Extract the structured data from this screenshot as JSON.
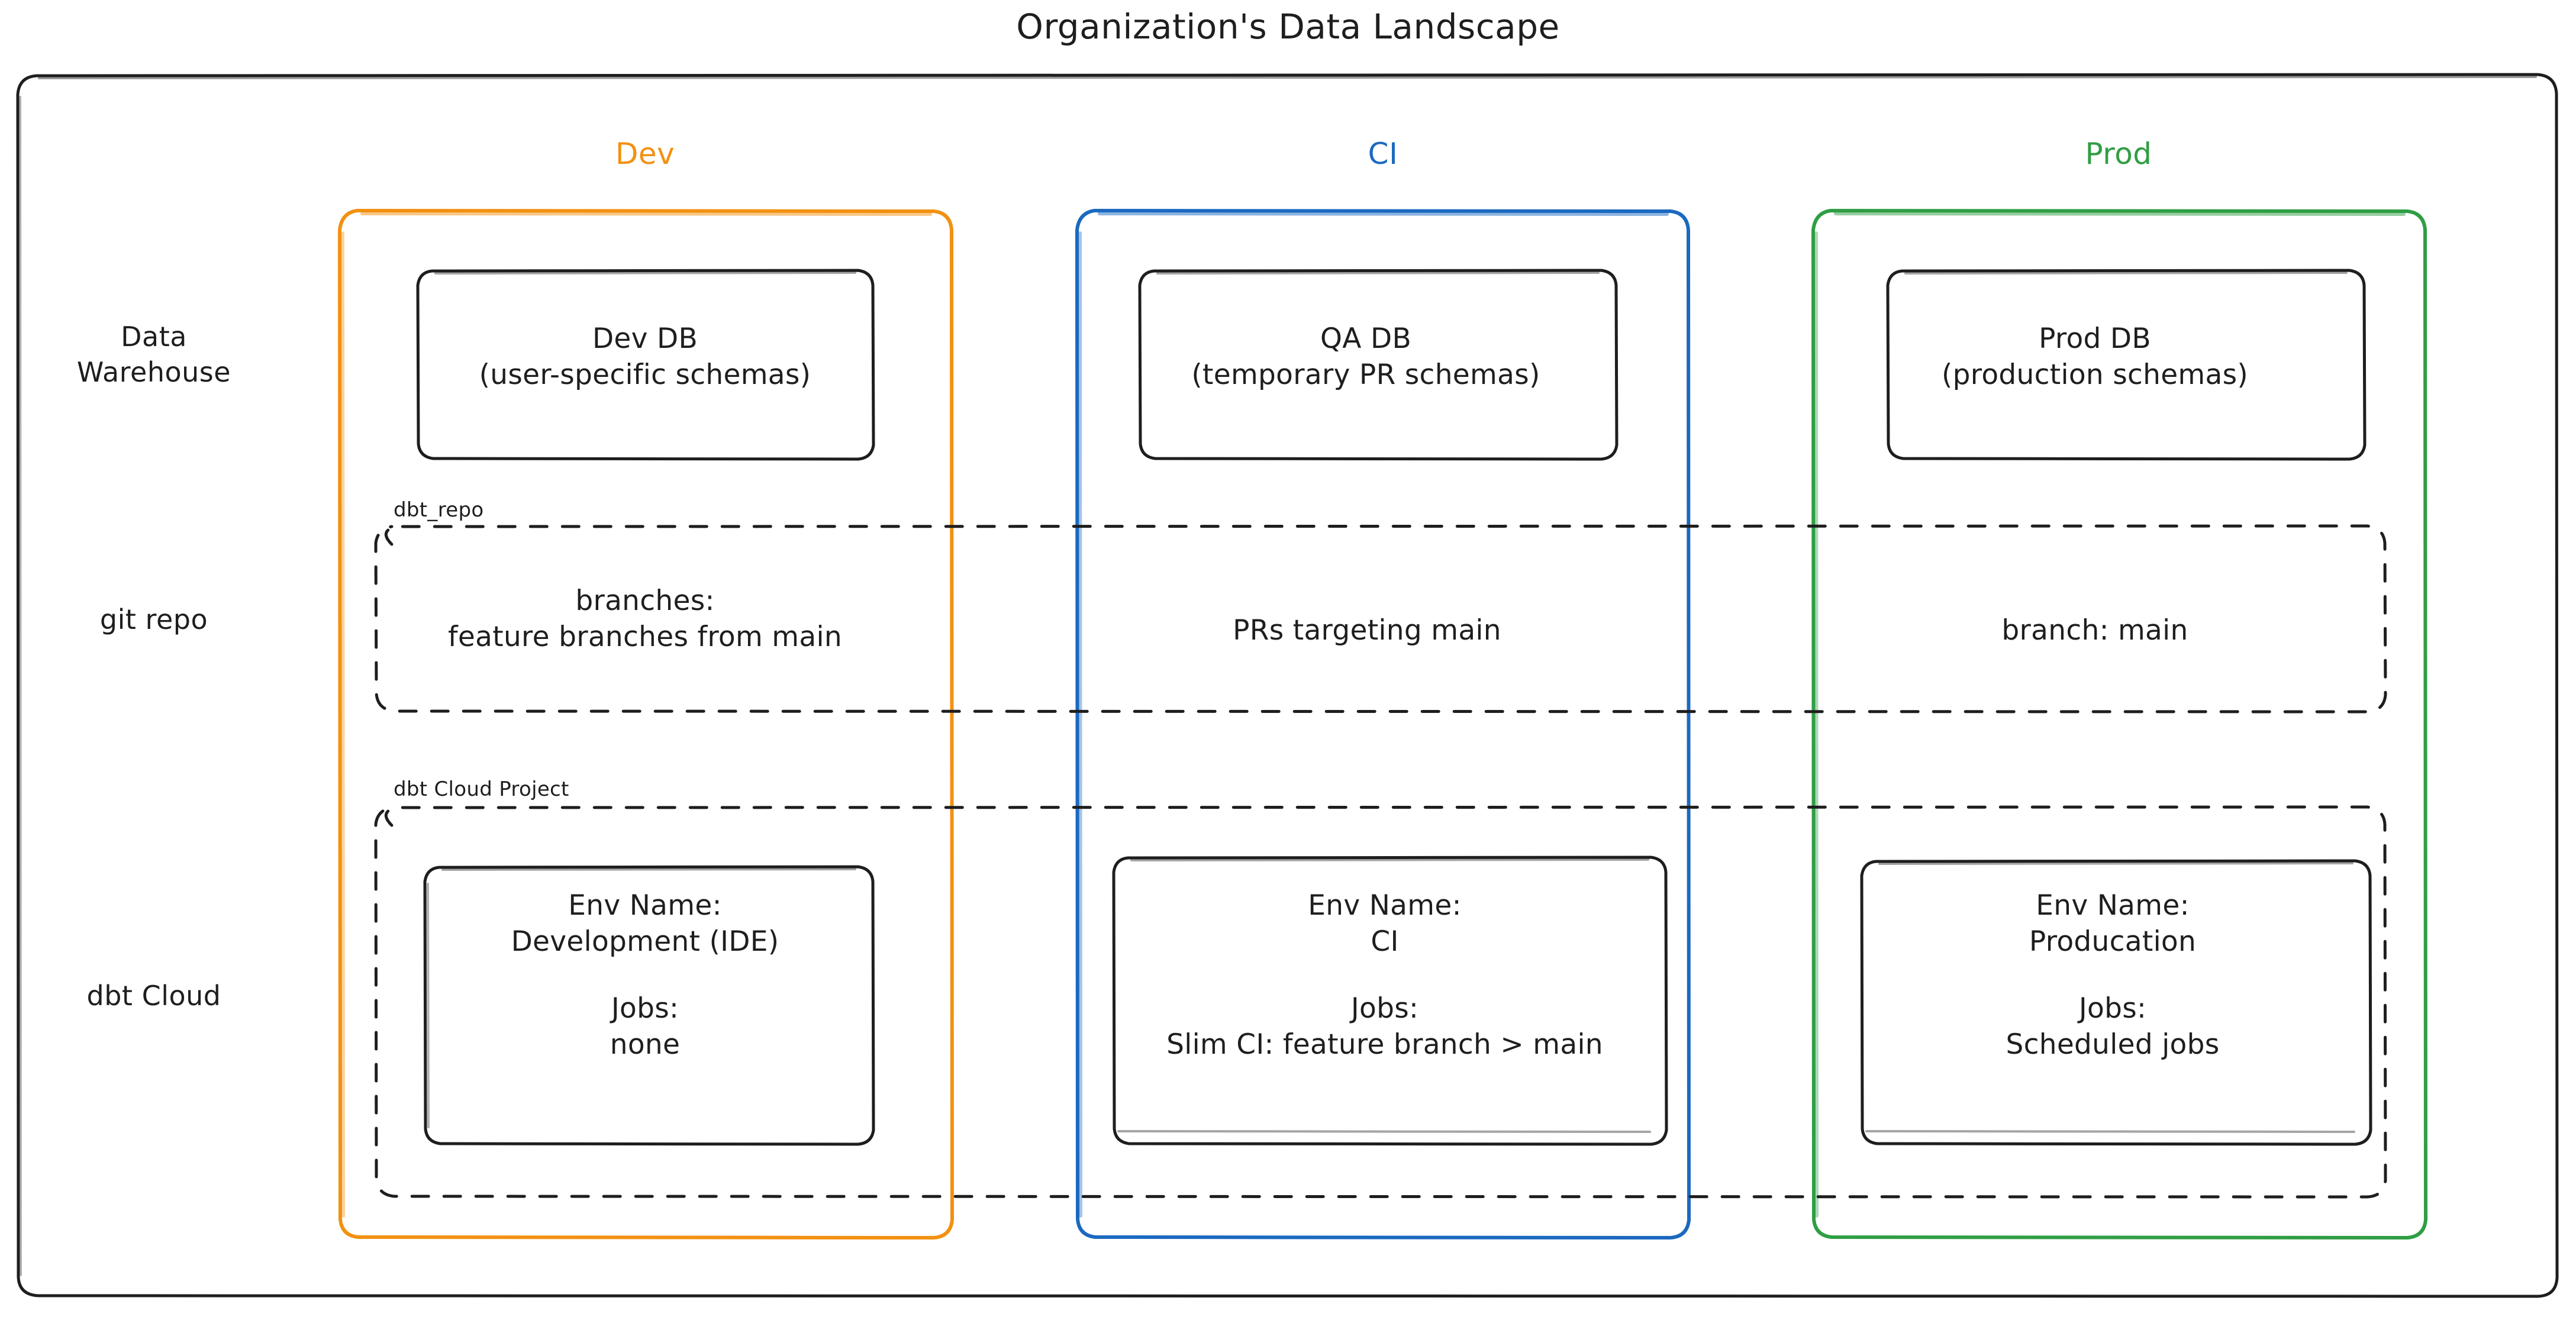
{
  "title": "Organization's Data Landscape",
  "colors": {
    "dev": "#f29111",
    "ci": "#1b69c0",
    "prod": "#2f9e44",
    "stroke": "#1e1e1e",
    "background": "#ffffff"
  },
  "columns": [
    {
      "key": "dev",
      "label": "Dev",
      "color": "#f29111"
    },
    {
      "key": "ci",
      "label": "CI",
      "color": "#1b69c0"
    },
    {
      "key": "prod",
      "label": "Prod",
      "color": "#2f9e44"
    }
  ],
  "rows": [
    {
      "key": "warehouse",
      "label": "Data\nWarehouse"
    },
    {
      "key": "gitrepo",
      "label": "git repo"
    },
    {
      "key": "dbtcloud",
      "label": "dbt Cloud"
    }
  ],
  "groups": {
    "repo_label": "dbt_repo",
    "project_label": "dbt Cloud Project"
  },
  "cells": {
    "warehouse": {
      "dev": {
        "line1": "Dev DB",
        "line2": "(user-specific schemas)"
      },
      "ci": {
        "line1": "QA DB",
        "line2": "(temporary PR schemas)"
      },
      "prod": {
        "line1": "Prod DB",
        "line2": "(production schemas)"
      }
    },
    "gitrepo": {
      "dev": {
        "line1": "branches:",
        "line2": "feature branches from main"
      },
      "ci": {
        "line1": "PRs targeting main",
        "line2": ""
      },
      "prod": {
        "line1": "branch: main",
        "line2": ""
      }
    },
    "dbtcloud": {
      "dev": {
        "env_label": "Env Name:",
        "env_value": "Development (IDE)",
        "jobs_label": "Jobs:",
        "jobs_value": "none"
      },
      "ci": {
        "env_label": "Env Name:",
        "env_value": "CI",
        "jobs_label": "Jobs:",
        "jobs_value": "Slim CI: feature branch > main"
      },
      "prod": {
        "env_label": "Env Name:",
        "env_value": "Producation",
        "jobs_label": "Jobs:",
        "jobs_value": "Scheduled jobs"
      }
    }
  }
}
